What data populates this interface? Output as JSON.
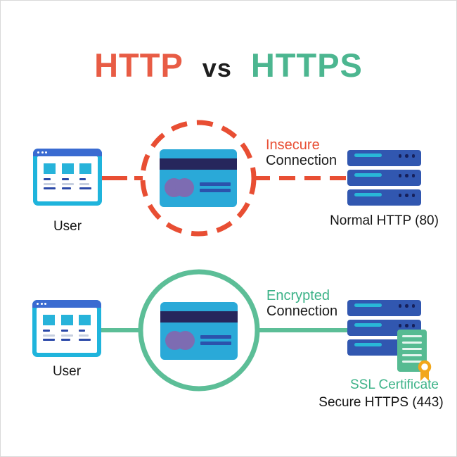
{
  "title": {
    "http": "HTTP",
    "vs": "vs",
    "https": "HTTPS"
  },
  "colors": {
    "title_http_red": "#E85C45",
    "title_https_teal": "#4CB690",
    "insecure_line_red": "#E84E33",
    "encrypted_line_teal": "#5CBE97",
    "server_blue": "#3157B0",
    "browser_titlebar_blue": "#3A6BD1",
    "browser_frame_cyan": "#1FB4DC",
    "card_cyan": "#2AA9D8",
    "card_stripe_navy": "#26265C",
    "card_chip_purple": "#7D6CB2",
    "certificate_green": "#56BB92",
    "seal_gold": "#F2A71B",
    "text_black": "#1B1B1B"
  },
  "http_row": {
    "user_label": "User",
    "connection_label_line1": "Insecure",
    "connection_label_line2": "Connection",
    "server_label": "Normal HTTP (80)"
  },
  "https_row": {
    "user_label": "User",
    "connection_label_line1": "Encrypted",
    "connection_label_line2": "Connection",
    "certificate_label": "SSL Certificate",
    "server_label": "Secure HTTPS (443)"
  }
}
